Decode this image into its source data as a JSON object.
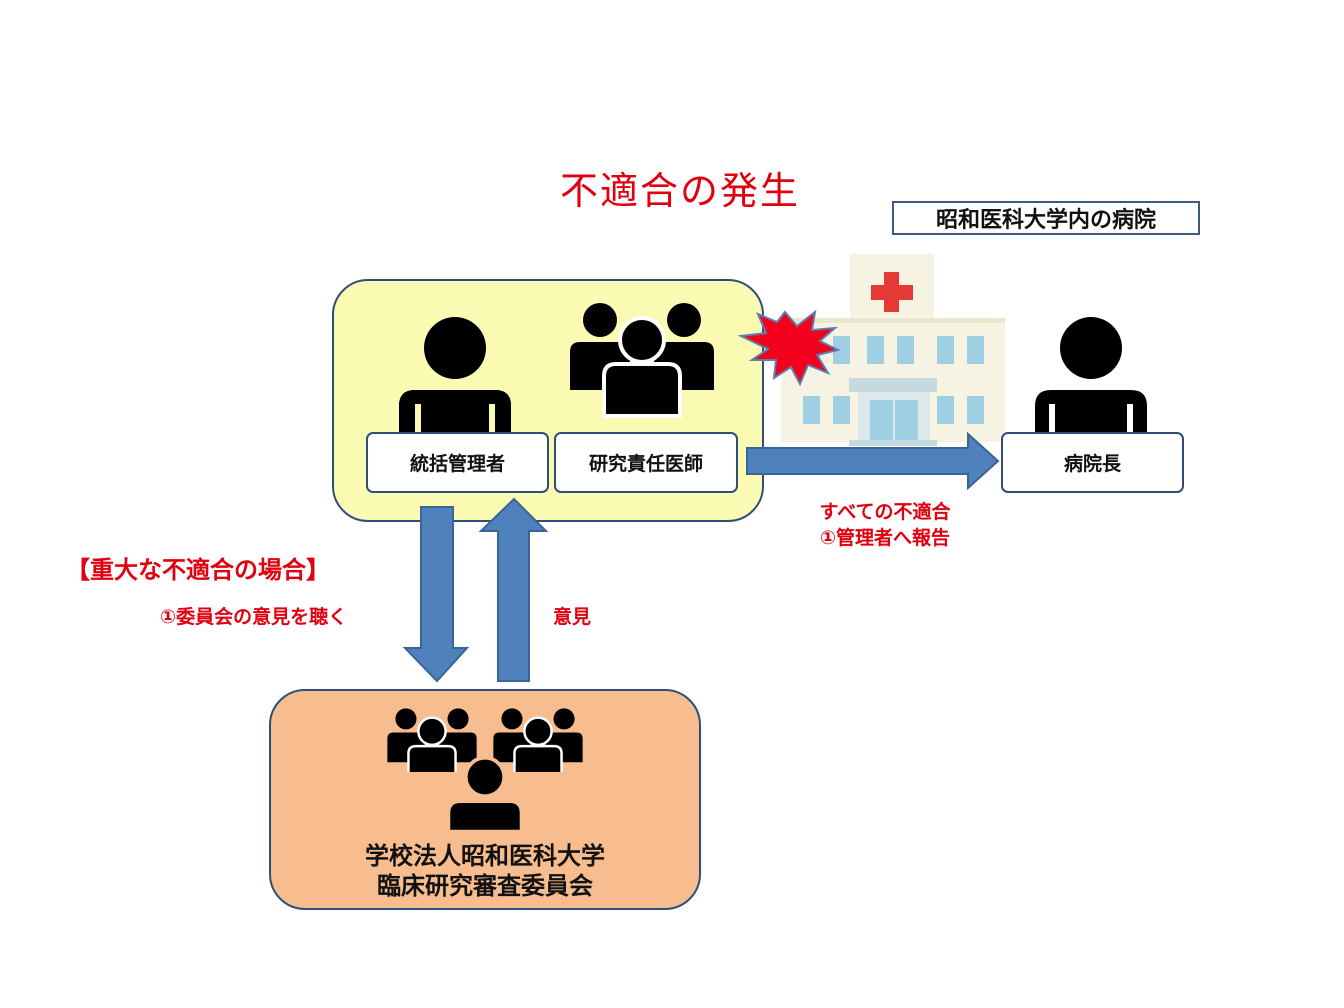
{
  "title": "不適合の発生",
  "hospital": {
    "label": "昭和医科大学内の病院"
  },
  "team": {
    "manager_label": "統括管理者",
    "investigator_label": "研究責任医師"
  },
  "director": {
    "label": "病院長"
  },
  "report": {
    "line1": "すべての不適合",
    "line2": "①管理者へ報告"
  },
  "serious": {
    "heading": "【重大な不適合の場合】",
    "hear_opinion": "①委員会の意見を聴く",
    "opinion": "意見"
  },
  "committee": {
    "line1": "学校法人昭和医科大学",
    "line2": "臨床研究審査委員会"
  },
  "colors": {
    "title_red": "#e0000f",
    "team_bg": "#fafab2",
    "committee_bg": "#f7bd8e",
    "arrow_blue": "#4f81bd",
    "border": "#2f4f7a"
  },
  "icons": [
    "person-icon",
    "group-icon",
    "hospital-icon",
    "explosion-icon",
    "red-cross-icon"
  ]
}
